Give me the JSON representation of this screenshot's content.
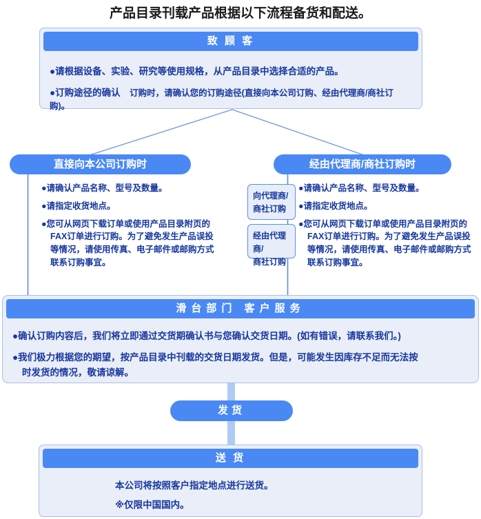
{
  "title": "产品目录刊载产品根据以下流程备货和配送。",
  "colors": {
    "header_blue": "#4a89f4",
    "panel_bg": "#e9eef8",
    "panel_border": "#a9bfe6",
    "text_navy": "#17379e",
    "connector_line": "#6b97e6",
    "ribbon": "#aecbf5",
    "step_box_bg": "#e7eefa",
    "step_box_border": "#5c8ede"
  },
  "intro": {
    "header": "致 顾 客",
    "bullet1": "●请根据设备、实验、研究等使用规格，从产品目录中选择合适的产品。",
    "bullet2_label": "●订购途径的确认　",
    "bullet2_rest": "订购时，请确认您的订购途径(直接向本公司订购、经由代理商/商社订购)。"
  },
  "direct": {
    "header": "直接向本公司订购时",
    "bullets": [
      "●请确认产品名称、型号及数量。",
      "●请指定收货地点。",
      "●您可从网页下载订单或使用产品目录附页的FAX订单进行订购。为了避免发生产品误投等情况，请使用传真、电子邮件或邮购方式联系订购事宜。"
    ]
  },
  "agency": {
    "header": "经由代理商/商社订购时",
    "steps": [
      {
        "line1": "向代理商/",
        "line2": "商社订购"
      },
      {
        "line1": "经由代理商/",
        "line2": "商社订购"
      }
    ],
    "bullets": [
      "●请确认产品名称、型号及数量。",
      "●请指定收货地点。",
      "●您可从网页下载订单或使用产品目录附页的FAX订单进行订购。为了避免发生产品误投等情况，请使用传真、电子邮件或邮购方式联系订购事宜。"
    ]
  },
  "service": {
    "header": "滑台部门  客户服务",
    "bullet1": "●确认订购内容后，我们将立即通过交货期确认书与您确认交货日期。(如有错误，请联系我们。)",
    "bullet2": "●我们极力根据您的期望，按产品目录中刊载的交货日期发货。但是，可能发生因库存不足而无法按时发货的情况，敬请谅解。"
  },
  "ship": {
    "label": "发货"
  },
  "delivery": {
    "header": "送 货",
    "line1": "本公司将按照客户指定地点进行送货。",
    "line2": "※仅限中国国内。"
  }
}
